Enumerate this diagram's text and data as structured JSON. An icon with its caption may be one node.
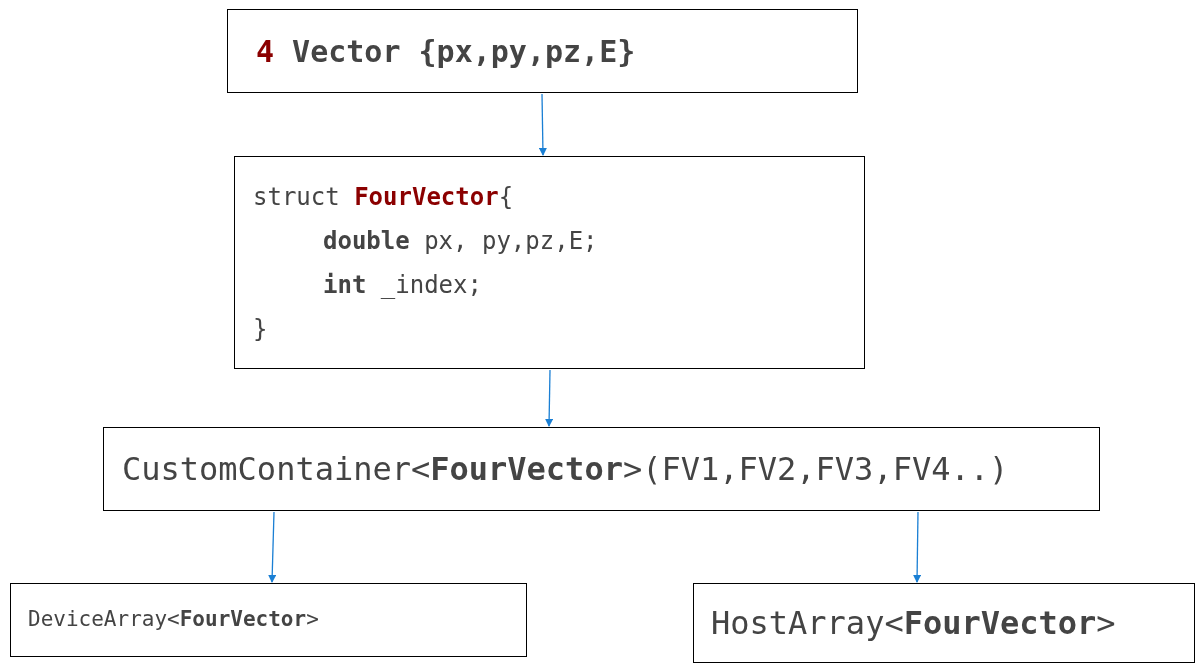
{
  "diagram": {
    "nodes": [
      {
        "text": [
          "4 Vector {px,py,pz,E}"
        ]
      },
      {
        "text": [
          "struct **FourVector**{",
          "**double** px, py,pz,E;",
          "**int** _index;",
          "}"
        ]
      },
      {
        "text": [
          "CustomContainer<**FourVector**>(FV1,FV2,FV3,FV4..)"
        ]
      },
      {
        "text": [
          "DeviceArray<**FourVector**>"
        ]
      },
      {
        "text": [
          "HostArray<**FourVector**>"
        ]
      }
    ],
    "edges": [
      {
        "from": 0,
        "to": 1,
        "arrow": "to"
      },
      {
        "from": 1,
        "to": 2,
        "arrow": "to"
      },
      {
        "from": 2,
        "to": 3,
        "arrow": "to"
      },
      {
        "from": 2,
        "to": 4,
        "arrow": "to"
      }
    ]
  }
}
